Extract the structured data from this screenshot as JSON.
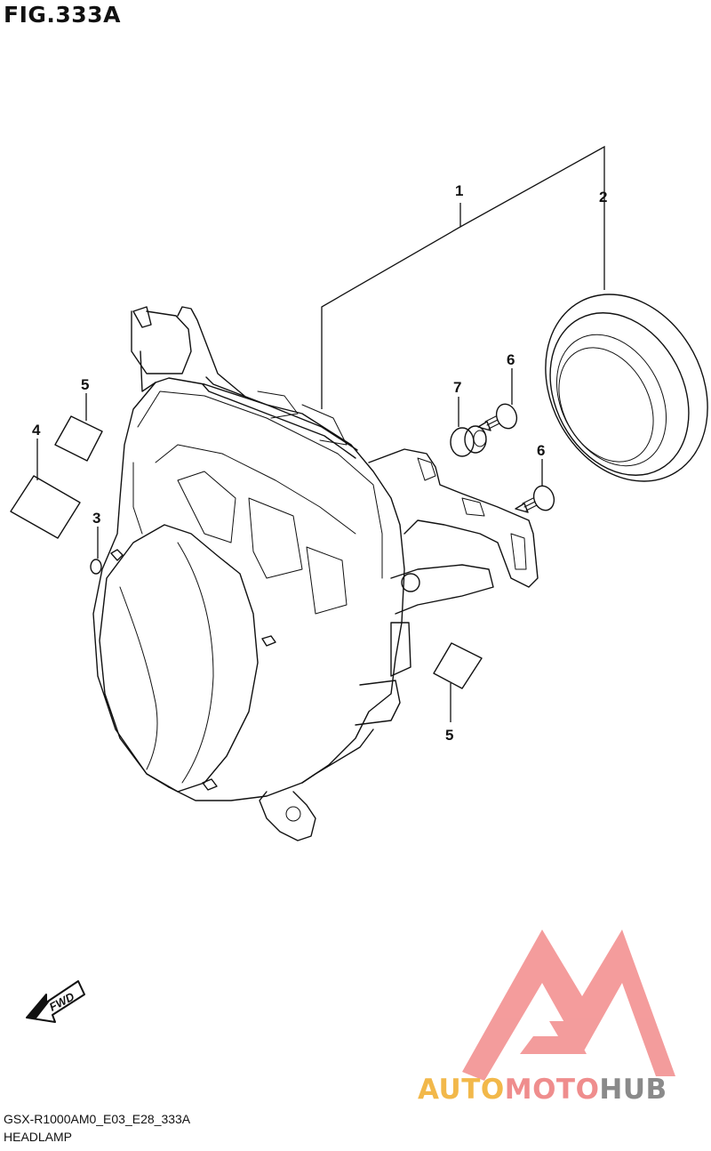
{
  "figure": {
    "title": "FIG.333A",
    "model_code": "GSX-R1000AM0_E03_E28_333A",
    "section_name": "HEADLAMP"
  },
  "callouts": {
    "c1": "1",
    "c2": "2",
    "c3": "3",
    "c4": "4",
    "c5a": "5",
    "c5b": "5",
    "c6a": "6",
    "c6b": "6",
    "c7": "7"
  },
  "direction_arrow": {
    "label": "FWD"
  },
  "watermark": {
    "part1": "AUTO",
    "part2": "MOTO",
    "part3": "HUB",
    "color1": "#f2b84a",
    "color2": "#ef8d8d",
    "color3": "#8a8a8a",
    "logo_color": "#f28b8b"
  }
}
